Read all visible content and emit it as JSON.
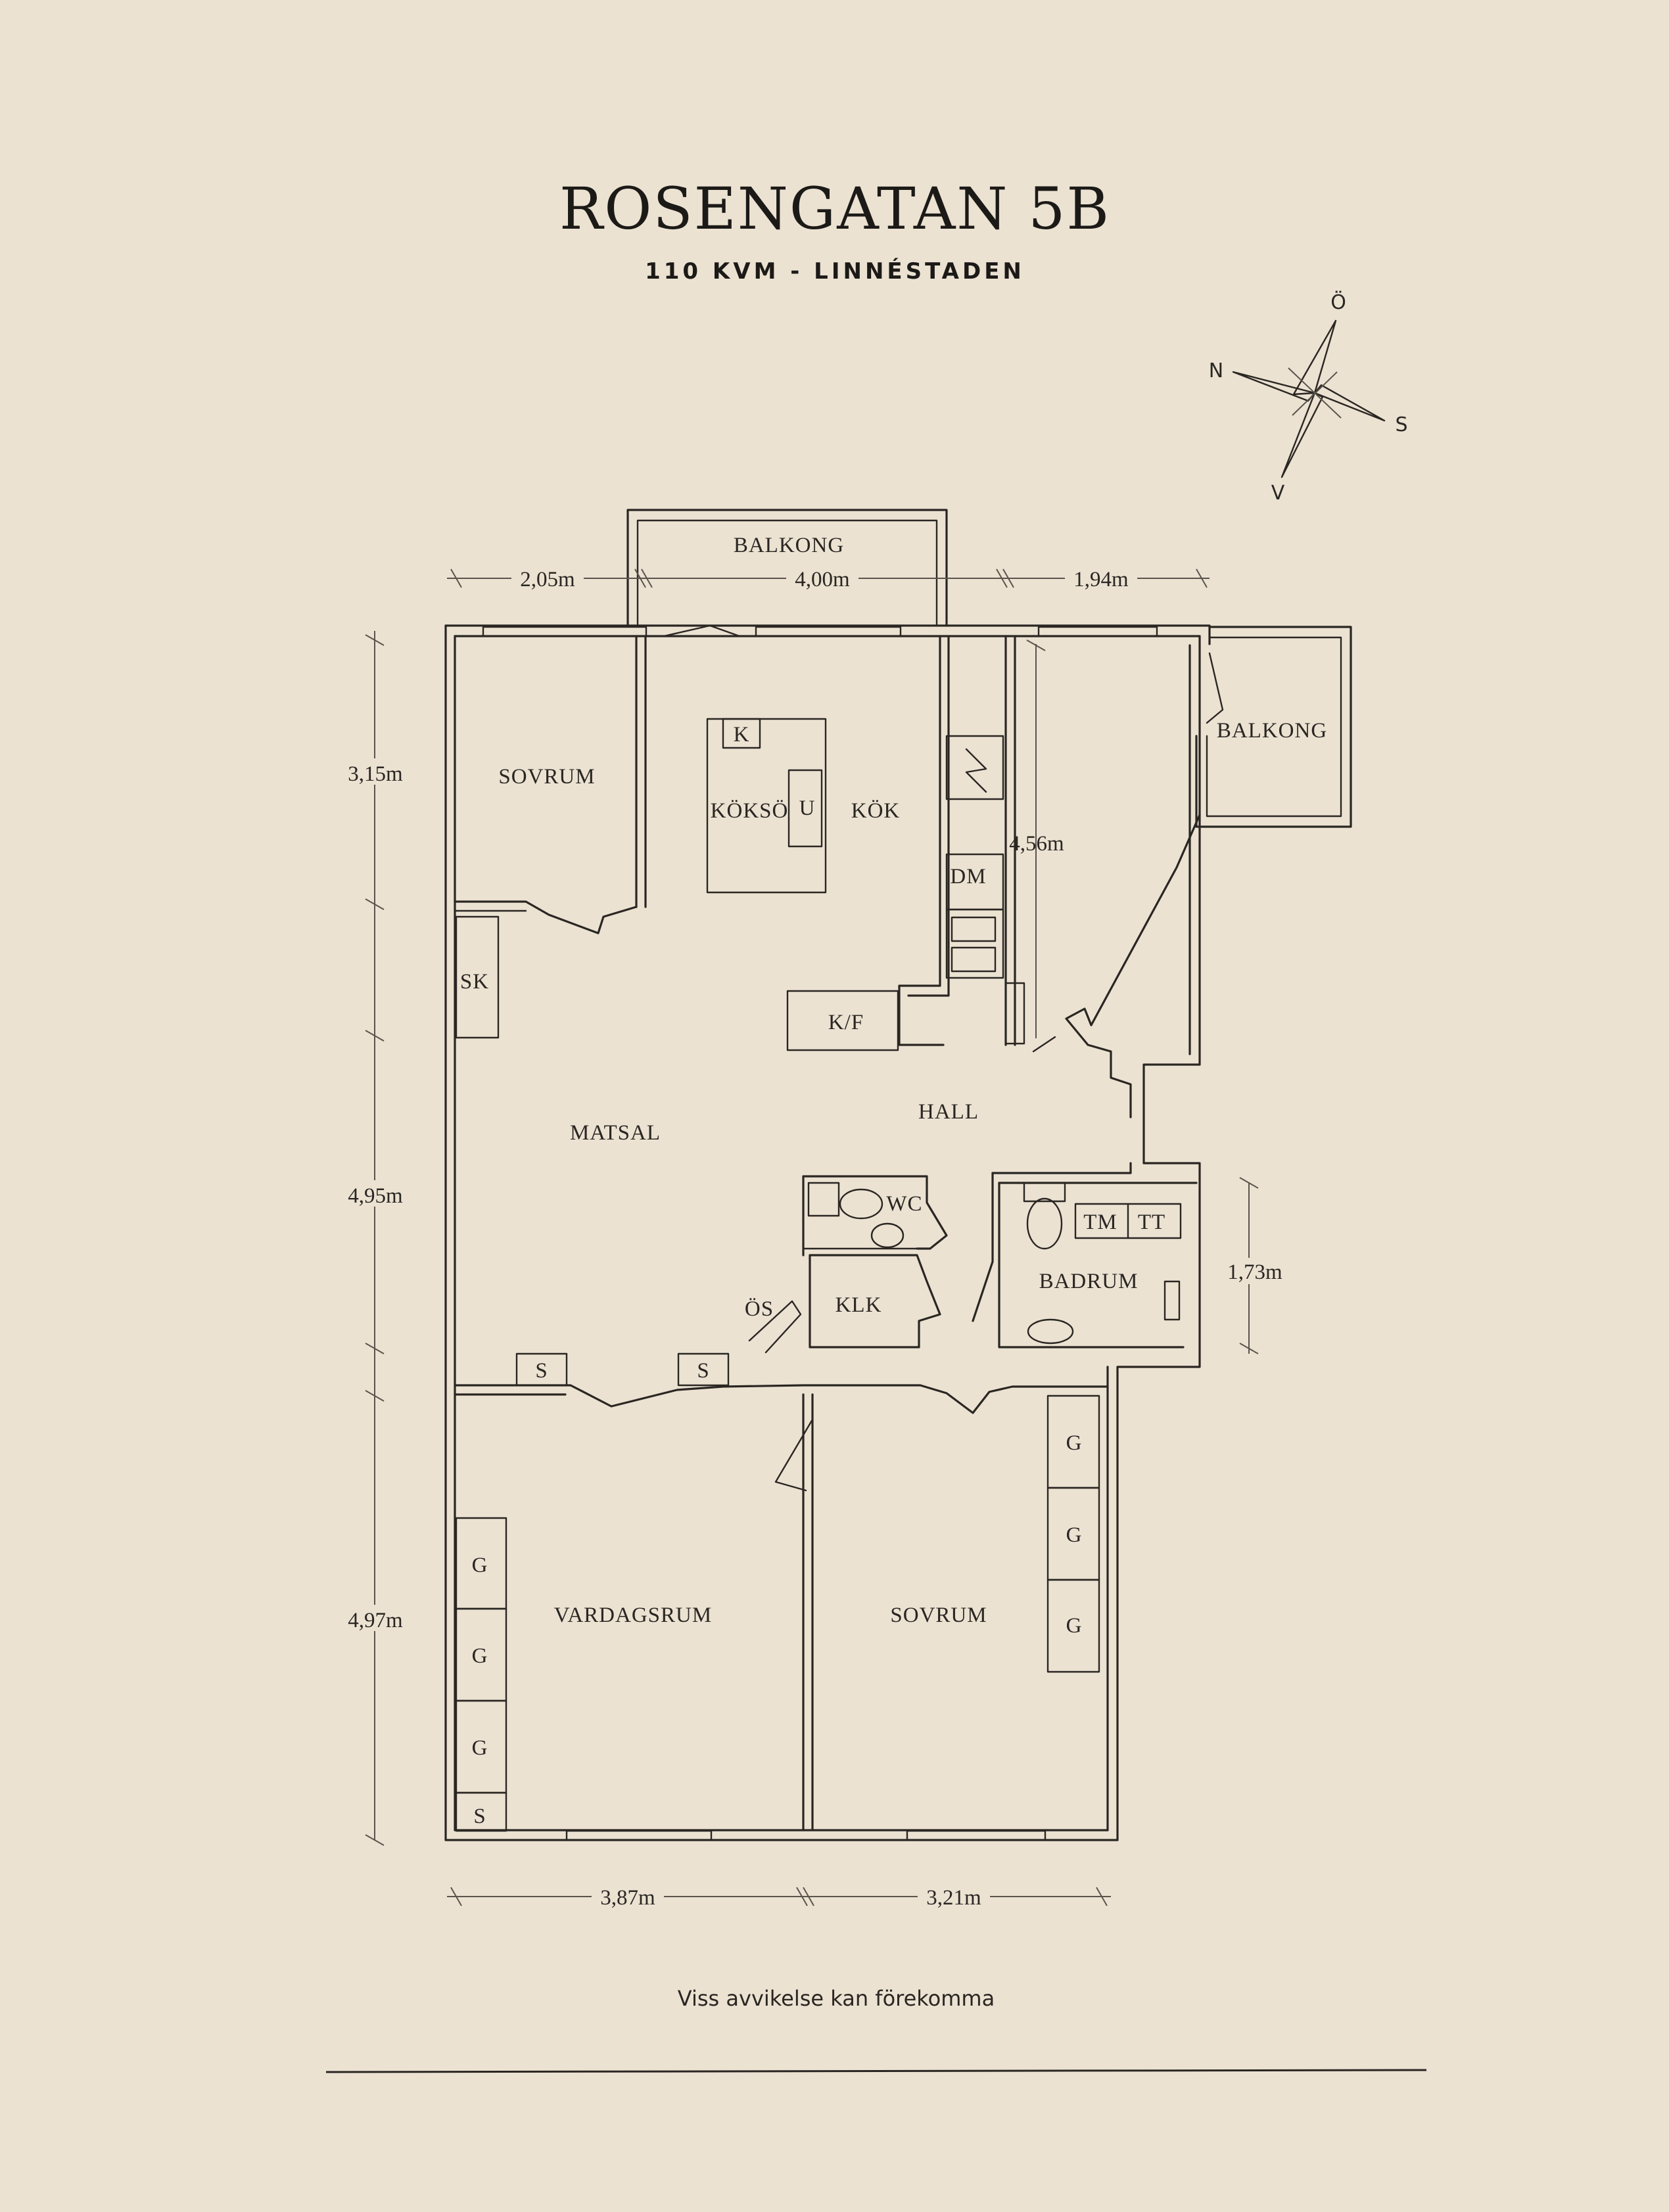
{
  "header": {
    "title": "ROSENGATAN 5B",
    "subtitle": "110 KVM  -  LINNÉSTADEN"
  },
  "compass": {
    "north": "N",
    "east": "Ö",
    "south": "S",
    "west": "V"
  },
  "rooms": {
    "balkong_top": "BALKONG",
    "balkong_right": "BALKONG",
    "sovrum_top": "SOVRUM",
    "kok": "KÖK",
    "koksö": "KÖKSÖ",
    "k": "K",
    "u": "U",
    "dm": "DM",
    "kf": "K/F",
    "sk": "SK",
    "matsal": "MATSAL",
    "hall": "HALL",
    "wc": "WC",
    "klk": "KLK",
    "os": "ÖS",
    "badrum": "BADRUM",
    "tm": "TM",
    "tt": "TT",
    "s_left": "S",
    "s_mid": "S",
    "vardagsrum": "VARDAGSRUM",
    "sovrum_bottom": "SOVRUM",
    "g1": "G",
    "g2": "G",
    "g3": "G",
    "s_bottom": "S",
    "g4": "G",
    "g5": "G",
    "g6": "G"
  },
  "dimensions": {
    "top_left": "2,05m",
    "top_mid": "4,00m",
    "top_right": "1,94m",
    "left_upper": "3,15m",
    "left_mid": "4,95m",
    "left_lower": "4,97m",
    "hall_vertical": "4,56m",
    "bath_right": "1,73m",
    "bottom_left": "3,87m",
    "bottom_right": "3,21m"
  },
  "footer": {
    "note": "Viss avvikelse kan förekomma"
  }
}
